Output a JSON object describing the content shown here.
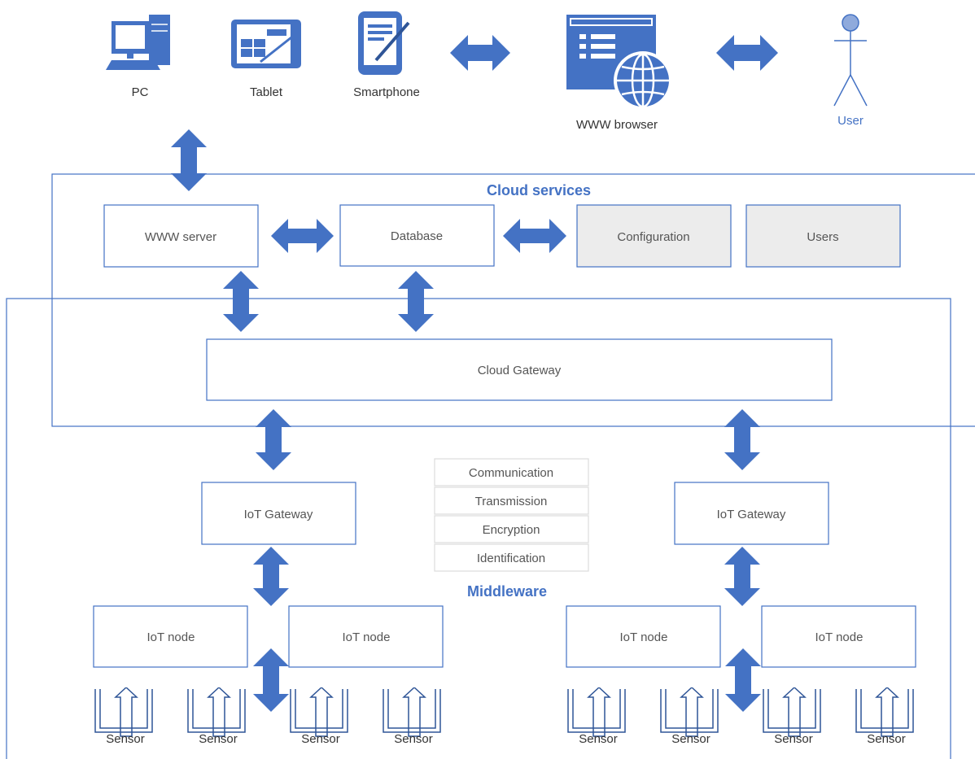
{
  "devices": {
    "pc": "PC",
    "tablet": "Tablet",
    "smartphone": "Smartphone",
    "browser": "WWW browser",
    "user": "User"
  },
  "cloud": {
    "title": "Cloud services",
    "www_server": "WWW server",
    "database": "Database",
    "configuration": "Configuration",
    "users": "Users",
    "cloud_gateway": "Cloud Gateway"
  },
  "middleware": {
    "title": "Middleware",
    "iot_gateway_left": "IoT Gateway",
    "iot_gateway_right": "IoT Gateway",
    "layers": [
      "Communication",
      "Transmission",
      "Encryption",
      "Identification"
    ],
    "iot_node": "IoT node",
    "sensor": "Sensor"
  },
  "colors": {
    "accent": "#4472c4",
    "grey_box": "#ececec"
  },
  "icons": [
    "pc-icon",
    "tablet-icon",
    "smartphone-icon",
    "browser-icon",
    "user-icon",
    "sensor-icon"
  ]
}
